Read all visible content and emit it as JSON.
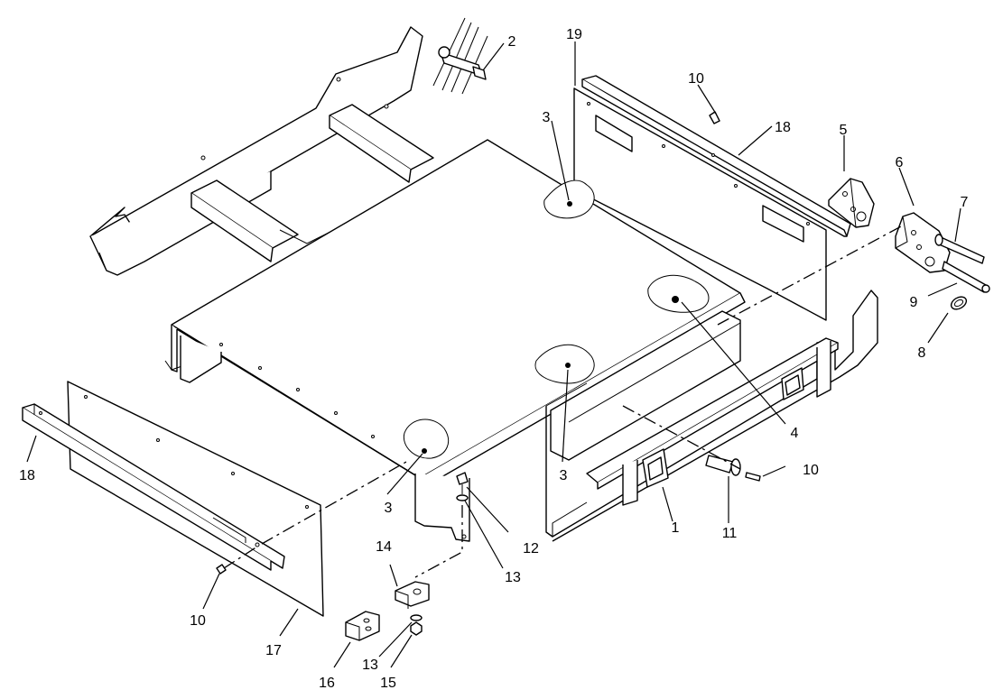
{
  "callouts": [
    {
      "id": "c1",
      "text": "1"
    },
    {
      "id": "c2",
      "text": "2"
    },
    {
      "id": "c3a",
      "text": "3"
    },
    {
      "id": "c3b",
      "text": "3"
    },
    {
      "id": "c3c",
      "text": "3"
    },
    {
      "id": "c4",
      "text": "4"
    },
    {
      "id": "c5",
      "text": "5"
    },
    {
      "id": "c6",
      "text": "6"
    },
    {
      "id": "c7",
      "text": "7"
    },
    {
      "id": "c8",
      "text": "8"
    },
    {
      "id": "c9",
      "text": "9"
    },
    {
      "id": "c10a",
      "text": "10"
    },
    {
      "id": "c10b",
      "text": "10"
    },
    {
      "id": "c10c",
      "text": "10"
    },
    {
      "id": "c11",
      "text": "11"
    },
    {
      "id": "c12",
      "text": "12"
    },
    {
      "id": "c13a",
      "text": "13"
    },
    {
      "id": "c13b",
      "text": "13"
    },
    {
      "id": "c14",
      "text": "14"
    },
    {
      "id": "c15",
      "text": "15"
    },
    {
      "id": "c16",
      "text": "16"
    },
    {
      "id": "c17",
      "text": "17"
    },
    {
      "id": "c18a",
      "text": "18"
    },
    {
      "id": "c18b",
      "text": "18"
    },
    {
      "id": "c19",
      "text": "19"
    }
  ]
}
